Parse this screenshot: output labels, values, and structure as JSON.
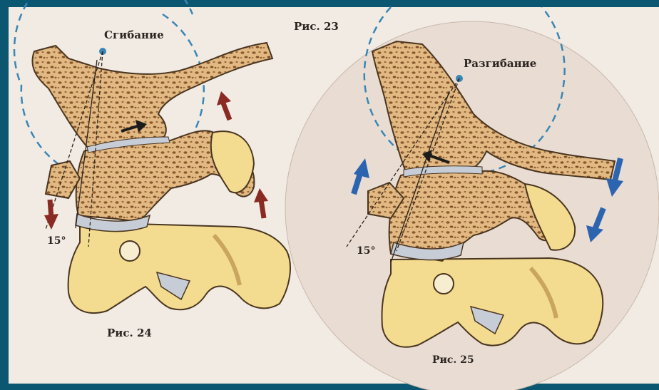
{
  "figures": {
    "fig23": {
      "caption": "Рис. 23"
    },
    "fig24": {
      "caption": "Рис. 24",
      "motion_label": "Сгибание",
      "angle_label": "15°"
    },
    "fig25": {
      "caption": "Рис. 25",
      "motion_label": "Разгибание",
      "angle_label": "15°"
    }
  },
  "colors": {
    "frame": "#0b5670",
    "bone_fill": "#e0b77e",
    "bone_outline": "#4a3520",
    "cartilage": "#c7cdd6",
    "vertebra_fill": "#f3dc8f",
    "arrow_flexion": "#8a2a22",
    "arrow_extension": "#2d64b0",
    "dashed_circle": "#3a86b5"
  },
  "icons": {
    "arrow_flexion": "arrow-red",
    "arrow_extension": "arrow-blue"
  }
}
